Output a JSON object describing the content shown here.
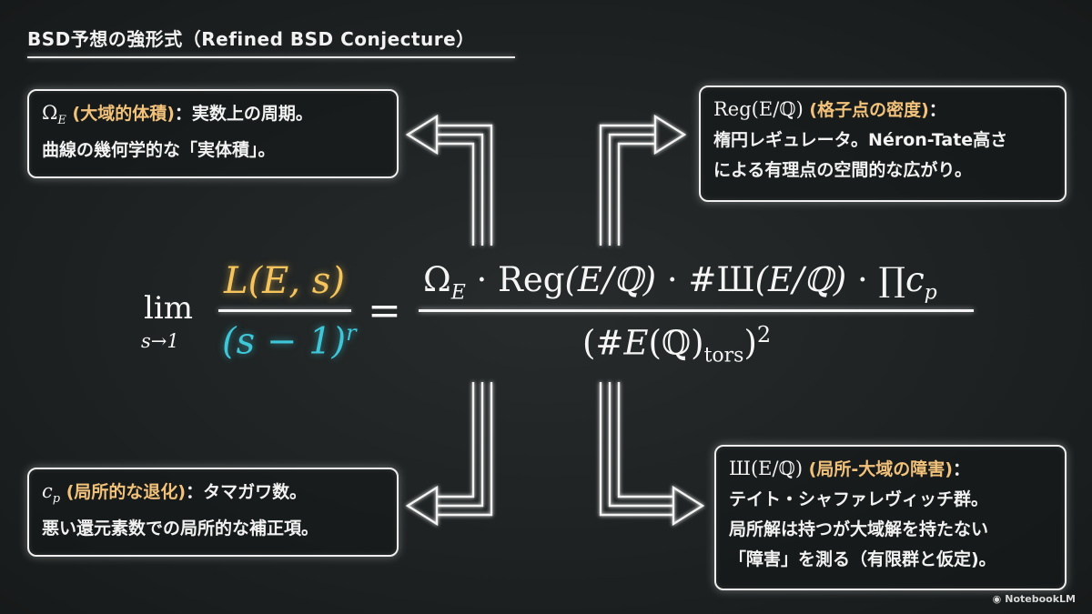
{
  "title": "BSD予想の強形式（Refined BSD Conjecture）",
  "formula": {
    "lim": "lim",
    "lim_sub": "s→1",
    "lhs_numerator": "L(E, s)",
    "lhs_denominator": "(s − 1)",
    "lhs_exponent": "r",
    "equals": "=",
    "rhs_numerator_parts": {
      "omega": "Ω",
      "omega_sub": "E",
      "dot": " · ",
      "reg": "Reg",
      "quotient": "(E/ℚ)",
      "sha": "#Ш",
      "prod": "∏",
      "cp": "c",
      "cp_sub": "p"
    },
    "rhs_denominator_parts": {
      "open": "(#",
      "e": "E",
      "q": "(ℚ)",
      "tors": "tors",
      "close": ")",
      "exp": "2"
    },
    "colors": {
      "numerator": "#f5c45c",
      "denominator": "#3ec7d8"
    }
  },
  "boxes": {
    "omega": {
      "symbol": "Ω",
      "symbol_sub": "E",
      "heading": "(大域的体積)",
      "line1_rest": "：実数上の周期。",
      "line2": "曲線の幾何学的な「実体積」。"
    },
    "reg": {
      "symbol": "Reg(E/ℚ)",
      "heading": "(格子点の密度)",
      "line1_rest": "：",
      "line2": "楕円レギュレータ。Néron-Tate高さ",
      "line3": "による有理点の空間的な広がり。"
    },
    "cp": {
      "symbol": "c",
      "symbol_sub": "p",
      "heading": "(局所的な退化)",
      "line1_rest": "：タマガワ数。",
      "line2": "悪い還元素数での局所的な補正項。"
    },
    "sha": {
      "symbol": "Ш(E/ℚ)",
      "heading": "(局所-大域の障害)",
      "line1_rest": "：",
      "line2": "テイト・シャファレヴィッチ群。",
      "line3": "局所解は持つが大域解を持たない",
      "line4": "「障害」を測る（有限群と仮定)。"
    }
  },
  "highlight_color": "#f2c27a",
  "logo": {
    "icon": "notebooklm-icon",
    "text": "NotebookLM"
  }
}
